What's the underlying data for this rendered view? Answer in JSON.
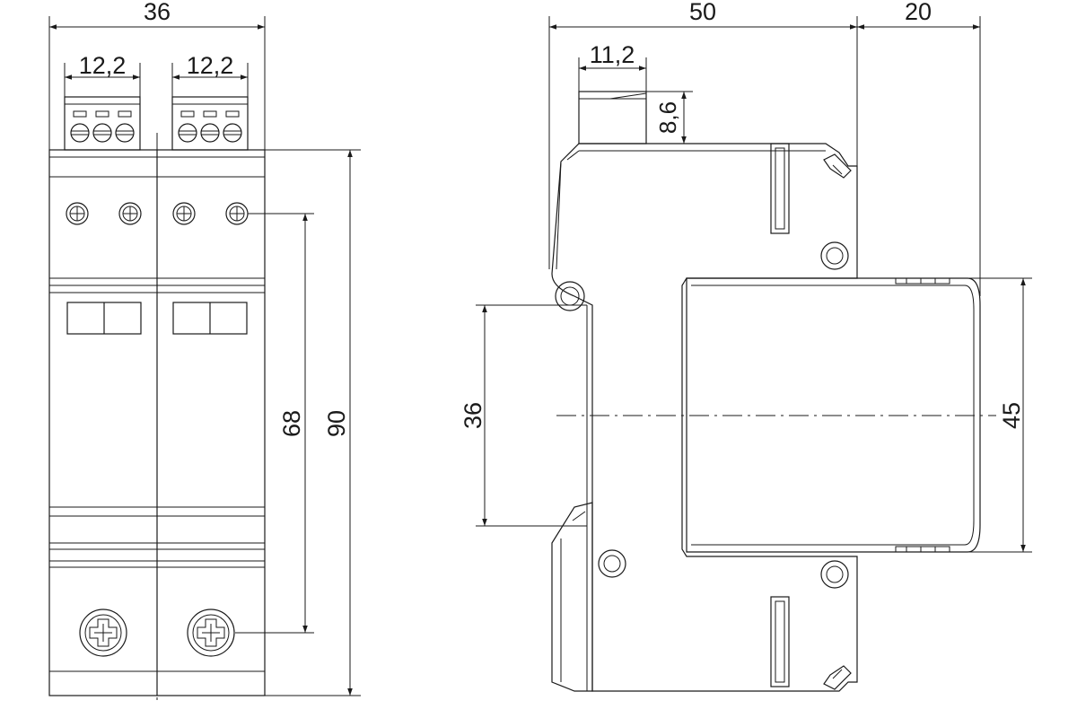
{
  "dimensions": {
    "front_total_width": "36",
    "front_terminal_left": "12,2",
    "front_terminal_right": "12,2",
    "front_screw_spacing": "68",
    "front_total_height": "90",
    "side_depth": "50",
    "side_cover_depth": "20",
    "side_terminal_depth": "11,2",
    "side_terminal_height": "8,6",
    "side_rail_width": "36",
    "side_cover_height": "45"
  }
}
